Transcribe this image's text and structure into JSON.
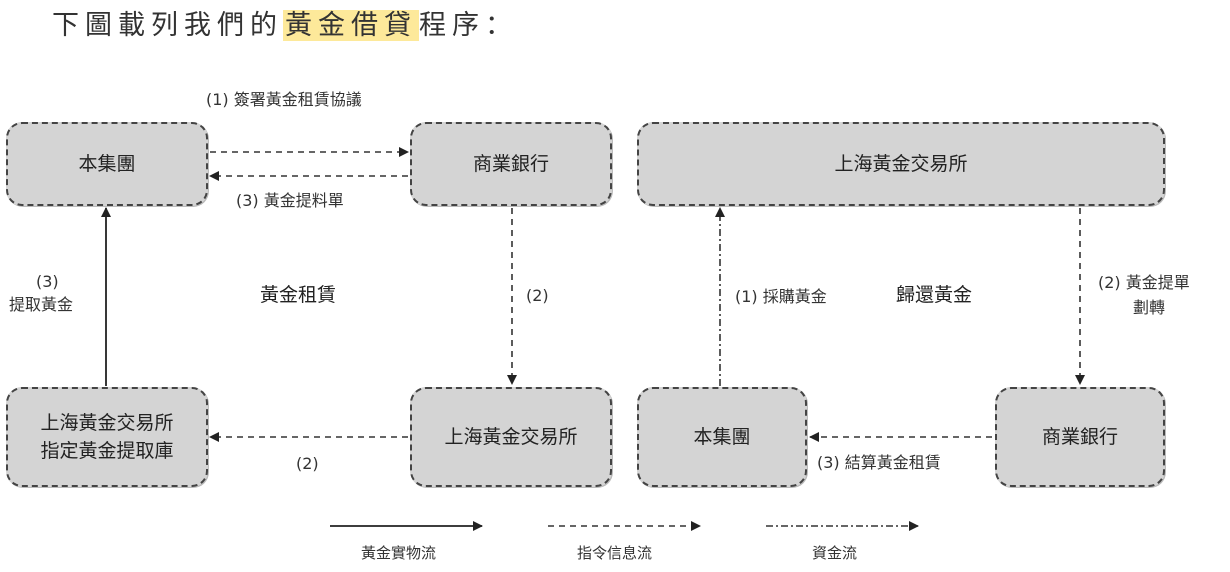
{
  "heading": {
    "pre": "下圖載列我們的",
    "highlight": "黃金借貸",
    "post": "程序："
  },
  "boxes": {
    "group_left": "本集團",
    "bank_top": "商業銀行",
    "sge_top": "上海黃金交易所",
    "vault": "上海黃金交易所\n指定黃金提取庫",
    "sge_mid": "上海黃金交易所",
    "group_right": "本集團",
    "bank_right": "商業銀行"
  },
  "labels": {
    "sign_lease": "(1) 簽署黃金租賃協議",
    "pickup_slip": "(3) 黃金提料單",
    "withdraw_num": "(3)",
    "withdraw_text": "提取黃金",
    "gold_lease": "黃金租賃",
    "step2_left": "(2)",
    "step2_bottom": "(2)",
    "buy_gold": "(1) 採購黃金",
    "return_gold": "歸還黃金",
    "slip_transfer_1": "(2) 黃金提單",
    "slip_transfer_2": "劃轉",
    "settle_lease": "(3) 結算黃金租賃"
  },
  "legend": {
    "physical": "黃金實物流",
    "instruction": "指令信息流",
    "funds": "資金流"
  }
}
